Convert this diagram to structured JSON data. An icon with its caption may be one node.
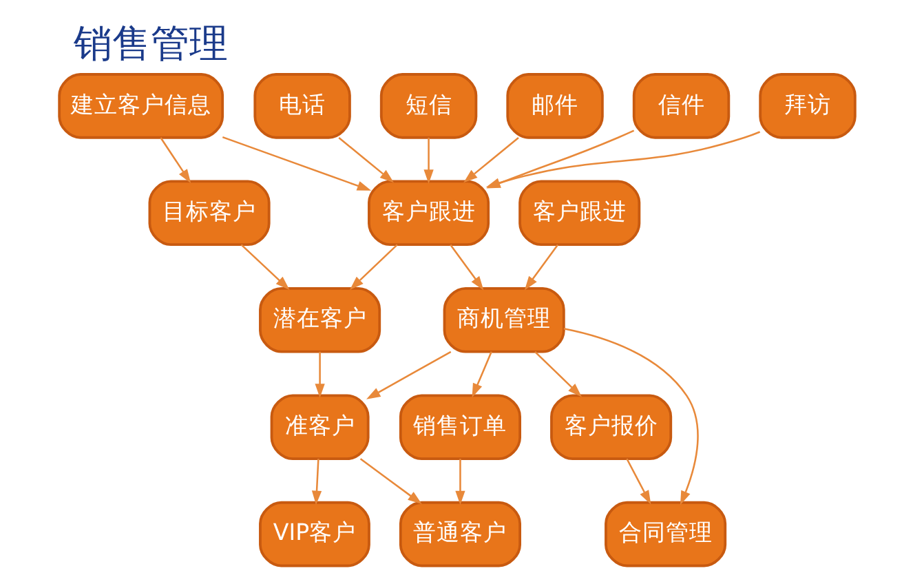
{
  "diagram": {
    "title": "销售管理",
    "nodes": [
      {
        "text": [
          "建立客户信息"
        ]
      },
      {
        "text": [
          "目标客户"
        ]
      },
      {
        "text": [
          "电话"
        ]
      },
      {
        "text": [
          "短信"
        ]
      },
      {
        "text": [
          "邮件"
        ]
      },
      {
        "text": [
          "信件"
        ]
      },
      {
        "text": [
          "拜访"
        ]
      },
      {
        "text": [
          "客户跟进"
        ]
      },
      {
        "text": [
          "潜在客户"
        ]
      },
      {
        "text": [
          "客户跟进"
        ]
      },
      {
        "text": [
          "商机管理"
        ]
      },
      {
        "text": [
          "准客户"
        ]
      },
      {
        "text": [
          "客户报价"
        ]
      },
      {
        "text": [
          "合同管理"
        ]
      },
      {
        "text": [
          "销售订单"
        ]
      },
      {
        "text": [
          "普通客户"
        ]
      },
      {
        "text": [
          "VIP客户"
        ]
      }
    ],
    "edges": [
      {
        "from": 0,
        "to": 1,
        "arrow": "to"
      },
      {
        "from": 0,
        "to": 7,
        "arrow": "to"
      },
      {
        "from": 1,
        "to": 8,
        "arrow": "to"
      },
      {
        "from": 2,
        "to": 7,
        "arrow": "to"
      },
      {
        "from": 3,
        "to": 7,
        "arrow": "to"
      },
      {
        "from": 4,
        "to": 7,
        "arrow": "to"
      },
      {
        "from": 5,
        "to": 7,
        "arrow": "to"
      },
      {
        "from": 6,
        "to": 7,
        "arrow": "to"
      },
      {
        "from": 7,
        "to": 8,
        "arrow": "to"
      },
      {
        "from": 7,
        "to": 10,
        "arrow": "to"
      },
      {
        "from": 8,
        "to": 11,
        "arrow": "to"
      },
      {
        "from": 9,
        "to": 10,
        "arrow": "to"
      },
      {
        "from": 10,
        "to": 11,
        "arrow": "to"
      },
      {
        "from": 10,
        "to": 12,
        "arrow": "to"
      },
      {
        "from": 10,
        "to": 13,
        "arrow": "to"
      },
      {
        "from": 10,
        "to": 14,
        "arrow": "to"
      },
      {
        "from": 11,
        "to": 15,
        "arrow": "to"
      },
      {
        "from": 11,
        "to": 16,
        "arrow": "to"
      },
      {
        "from": 12,
        "to": 13,
        "arrow": "to"
      },
      {
        "from": 14,
        "to": 15,
        "arrow": "to"
      }
    ]
  }
}
